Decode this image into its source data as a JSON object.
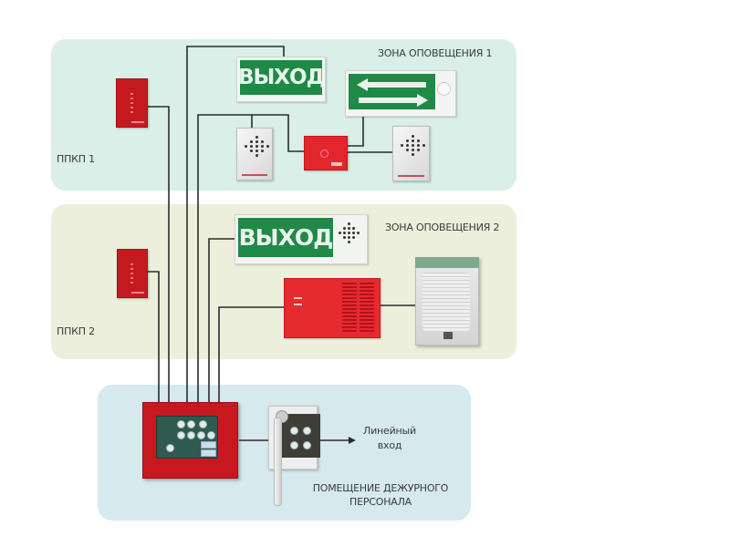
{
  "zones": {
    "zone1": {
      "title": "ЗОНА ОПОВЕЩЕНИЯ 1",
      "panel_label": "ППКП 1",
      "color": "#d9efe7"
    },
    "zone2": {
      "title": "ЗОНА ОПОВЕЩЕНИЯ 2",
      "panel_label": "ППКП 2",
      "color": "#ecefdc"
    },
    "zone3": {
      "title_line1": "ПОМЕЩЕНИЕ ДЕЖУРНОГО",
      "title_line2": "ПЕРСОНАЛА",
      "color": "#d6e9ef"
    }
  },
  "devices": {
    "exit_sign_1": {
      "text": "ВЫХОД"
    },
    "exit_sign_2": {
      "text": "ВЫХОД"
    },
    "arrow_sign": {
      "icon": "double-arrow-left-right-icon"
    },
    "line_input": {
      "line1": "Линейный",
      "line2": "вход"
    }
  },
  "colors": {
    "wire": "#2b2b2b",
    "fire_red": "#c41a1f",
    "exit_green": "#1f8a45"
  }
}
